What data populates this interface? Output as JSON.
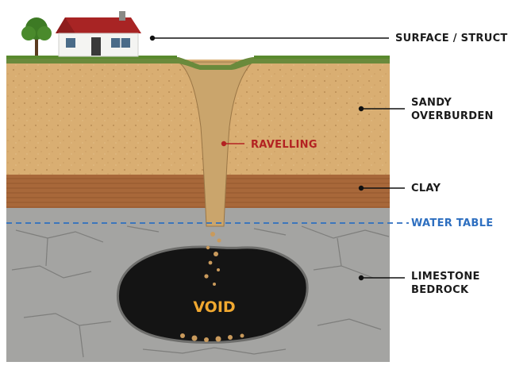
{
  "labels": {
    "surface": "SURFACE / STRUCTURE",
    "sandy_line1": "SANDY",
    "sandy_line2": "OVERBURDEN",
    "clay": "CLAY",
    "water_table": "WATER TABLE",
    "limestone_line1": "LIMESTONE",
    "limestone_line2": "BEDROCK",
    "ravelling": "RAVELLING",
    "void": "VOID"
  },
  "colors": {
    "sand": "#d9ae72",
    "clay": "#a8683a",
    "bedrock": "#a4a4a2",
    "void": "#141414",
    "grass": "#5a8a2e",
    "water_table": "#2e6fc0",
    "ravelling_text": "#b32222",
    "void_text": "#f0a830",
    "leader": "#111111",
    "house_roof": "#a82424",
    "house_wall": "#f4f4f2"
  }
}
